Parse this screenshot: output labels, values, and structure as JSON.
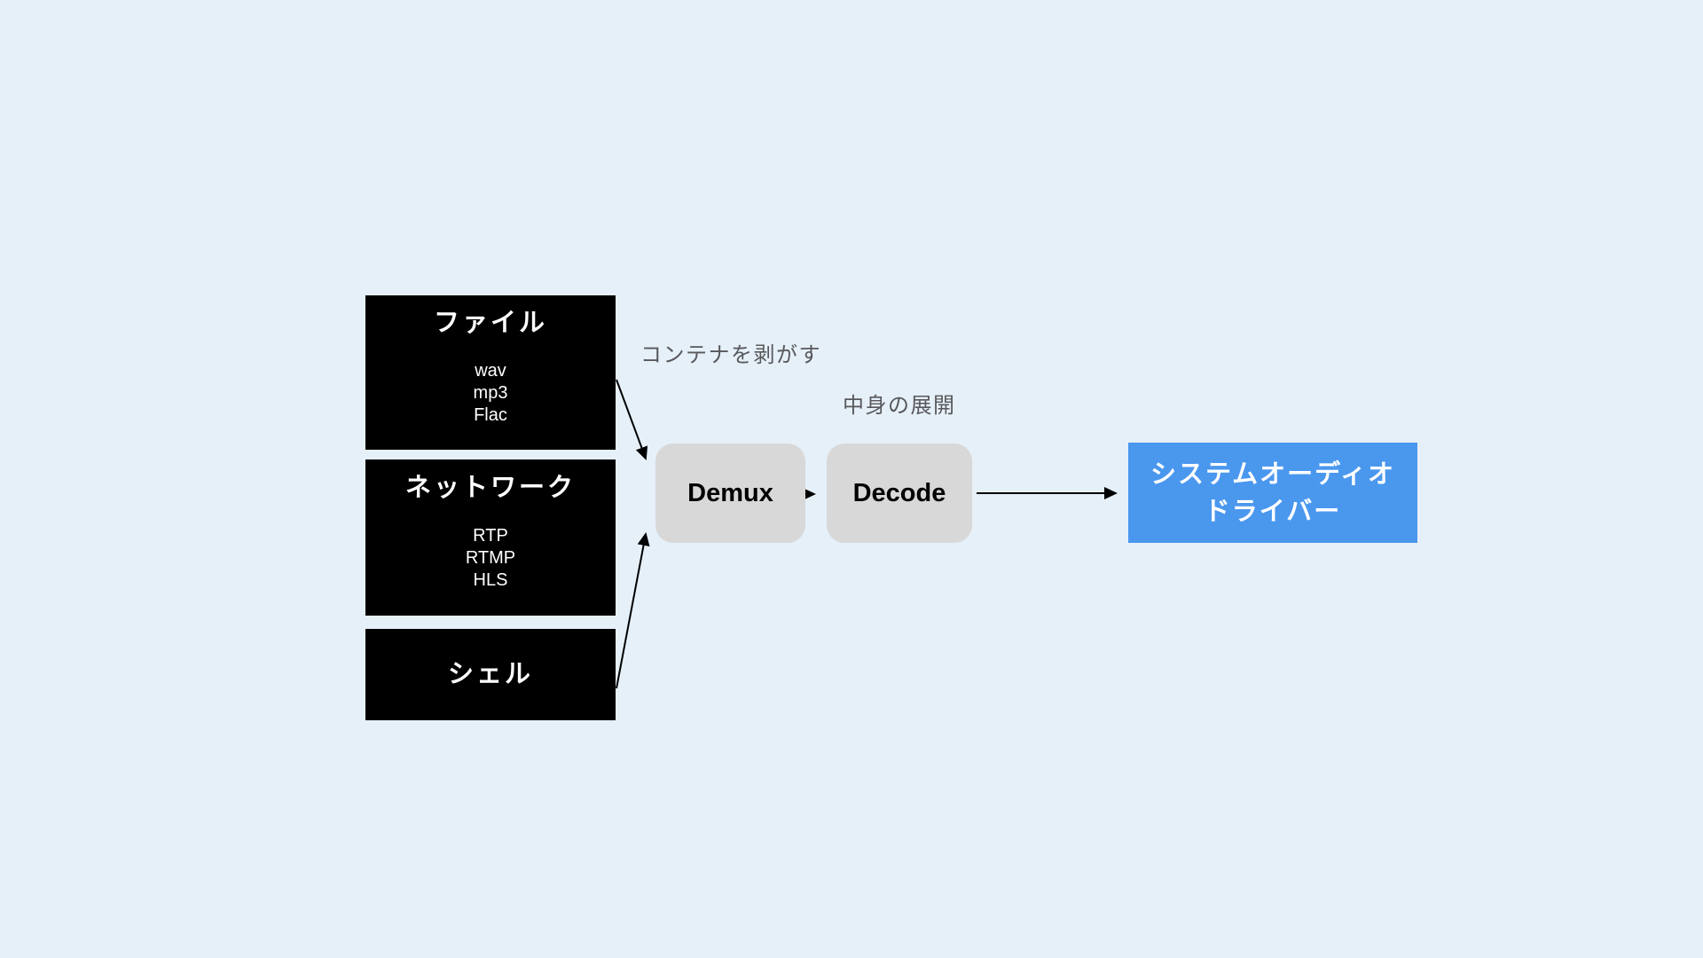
{
  "boxes": {
    "file": {
      "title": "ファイル",
      "items": [
        "wav",
        "mp3",
        "Flac"
      ]
    },
    "network": {
      "title": "ネットワーク",
      "items": [
        "RTP",
        "RTMP",
        "HLS"
      ]
    },
    "shell": {
      "title": "シェル"
    },
    "demux": {
      "label": "Demux"
    },
    "decode": {
      "label": "Decode"
    },
    "driver": {
      "line1": "システムオーディオ",
      "line2": "ドライバー"
    }
  },
  "annotations": {
    "demux": "コンテナを剥がす",
    "decode": "中身の展開"
  },
  "colors": {
    "background": "#e6f0f8",
    "source_box": "#000000",
    "source_text": "#ffffff",
    "stage_box": "#d8d8d8",
    "stage_text": "#000000",
    "sink_box": "#4a97ee",
    "sink_text": "#ffffff",
    "annotation_text": "#58585c",
    "arrow": "#000000"
  }
}
